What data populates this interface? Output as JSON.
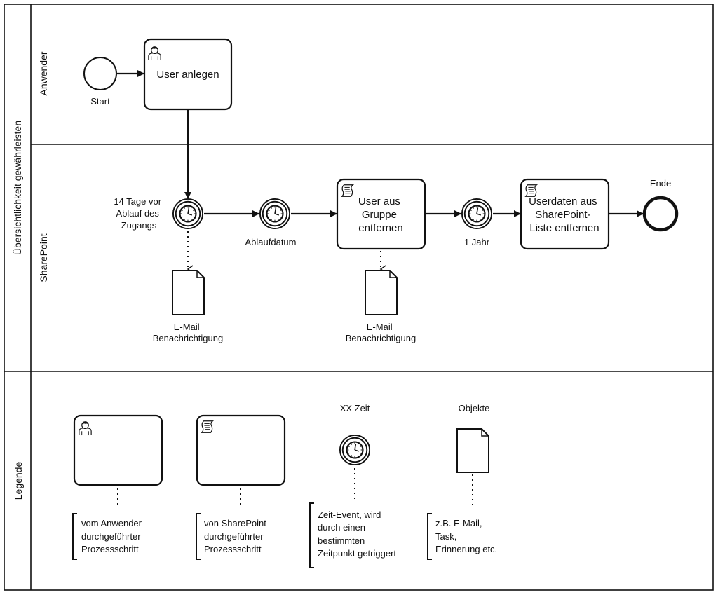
{
  "pool": {
    "label": "Übersichtlichkeit gewährleisten"
  },
  "lanes": {
    "anwender": "Anwender",
    "sharepoint": "SharePoint",
    "legende": "Legende"
  },
  "start": {
    "label": "Start"
  },
  "task_user_anlegen": {
    "label": "User anlegen"
  },
  "timer_14tage": {
    "label": [
      "14 Tage vor",
      "Ablauf des",
      "Zugangs"
    ]
  },
  "timer_ablauf": {
    "label": "Ablaufdatum"
  },
  "task_gruppe": {
    "label": [
      "User aus",
      "Gruppe",
      "entfernen"
    ]
  },
  "timer_jahr": {
    "label": "1 Jahr"
  },
  "task_userdaten": {
    "label": [
      "Userdaten aus",
      "SharePoint-",
      "Liste entfernen"
    ]
  },
  "end": {
    "label": "Ende"
  },
  "doc1": {
    "label": [
      "E-Mail",
      "Benachrichtigung"
    ]
  },
  "doc2": {
    "label": [
      "E-Mail",
      "Benachrichtigung"
    ]
  },
  "legend": {
    "user_task": [
      "vom Anwender",
      "durchgeführter",
      "Prozessschritt"
    ],
    "script_task": [
      "von SharePoint",
      "durchgeführter",
      "Prozessschritt"
    ],
    "timer_title": "XX Zeit",
    "timer_desc": [
      "Zeit-Event, wird",
      "durch einen",
      "bestimmten",
      "Zeitpunkt getriggert"
    ],
    "objects_title": "Objekte",
    "objects_desc": [
      "z.B. E-Mail,",
      "Task,",
      "Erinnerung etc."
    ]
  }
}
